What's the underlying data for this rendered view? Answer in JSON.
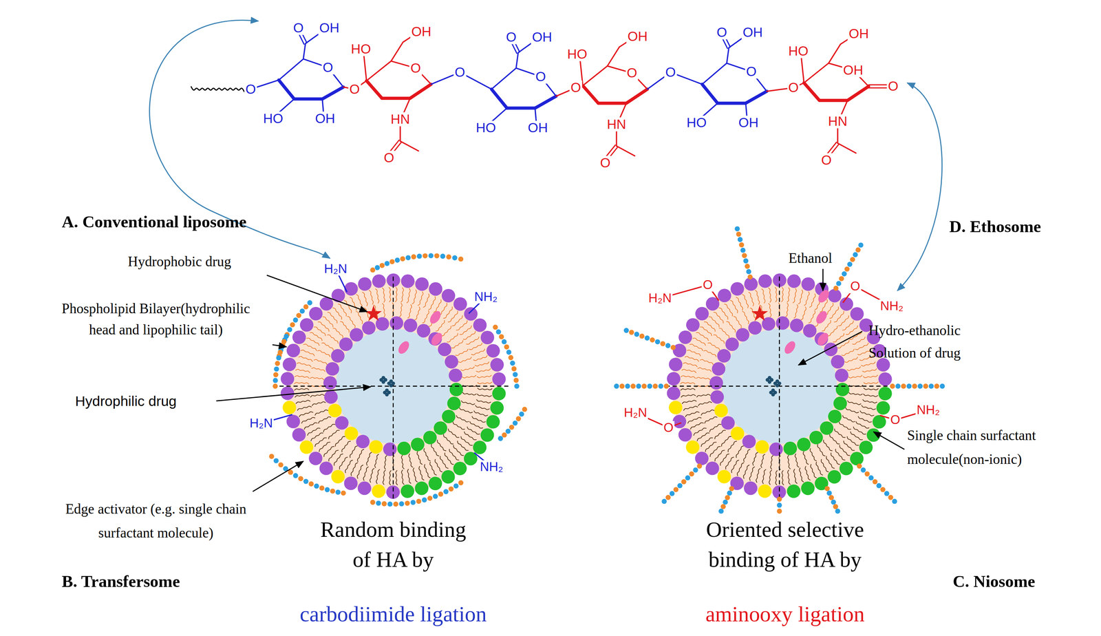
{
  "diagram": {
    "labels": [
      "O",
      "O",
      "OH",
      "O",
      "HO",
      "OH",
      "O",
      "HO",
      "OH",
      "O",
      "HN",
      "O",
      "O",
      "O",
      "OH",
      "O",
      "HO",
      "OH",
      "O",
      "HO",
      "OH",
      "O",
      "HN",
      "O",
      "O",
      "O",
      "OH",
      "O",
      "HO",
      "OH",
      "O",
      "HO",
      "OH",
      "OH",
      "HN",
      "O",
      "O",
      "A. Conventional liposome",
      "Hydrophobic drug",
      "Phospholipid Bilayer(hydrophilic head and lipophilic tail)",
      "Hydrophilic drug",
      "Edge activator (e.g. single chain surfactant molecule)",
      "B. Transfersome",
      "H₂N",
      "NH₂",
      "H₂N",
      "NH₂",
      "Random binding of HA by",
      "carbodiimide ligation",
      "D. Ethosome",
      "Ethanol",
      "Hydro-ethanolic Solution of drug",
      "Single chain surfactant molecule(non-ionic)",
      "C. Niosome",
      "H₂N",
      "O",
      "O",
      "NH₂",
      "H₂N",
      "O",
      "O",
      "NH₂",
      "Oriented selective binding of HA by",
      "aminooxy ligation"
    ]
  }
}
